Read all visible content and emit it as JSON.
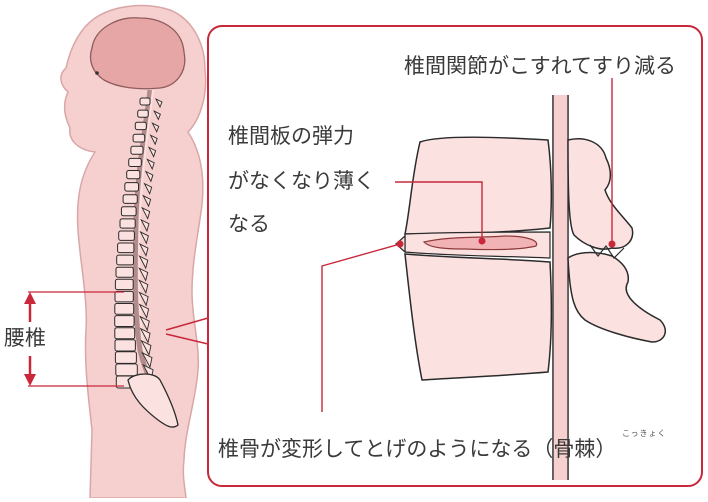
{
  "labels": {
    "facet_joint": "椎間関節がこすれてすり減る",
    "disc_line1": "椎間板の弾力",
    "disc_line2": "がなくなり薄く",
    "disc_line3": "なる",
    "lumbar": "腰椎",
    "osteophyte": "椎骨が変形してとげのようになる（骨棘）",
    "osteophyte_ruby": "こっきょく"
  },
  "colors": {
    "body_fill": "#f6cfcf",
    "body_stroke": "#d9a7a7",
    "brain_fill": "#e7a6a6",
    "accent_red": "#c8283a",
    "bone_fill": "#fbe2e0",
    "line_dark": "#2b2b2b",
    "disc_fill": "#f2b3b6"
  }
}
